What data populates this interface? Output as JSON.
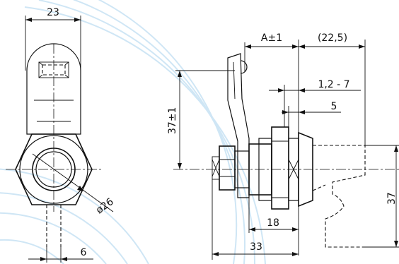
{
  "dimensions": {
    "width_top": "23",
    "dia": "ø26",
    "shaft": "6",
    "a": "A±1",
    "ref": "(22,5)",
    "range": "1,2 - 7",
    "five": "5",
    "height": "37±1",
    "eighteen": "18",
    "thirtythree": "33",
    "thirtyseven": "37"
  }
}
